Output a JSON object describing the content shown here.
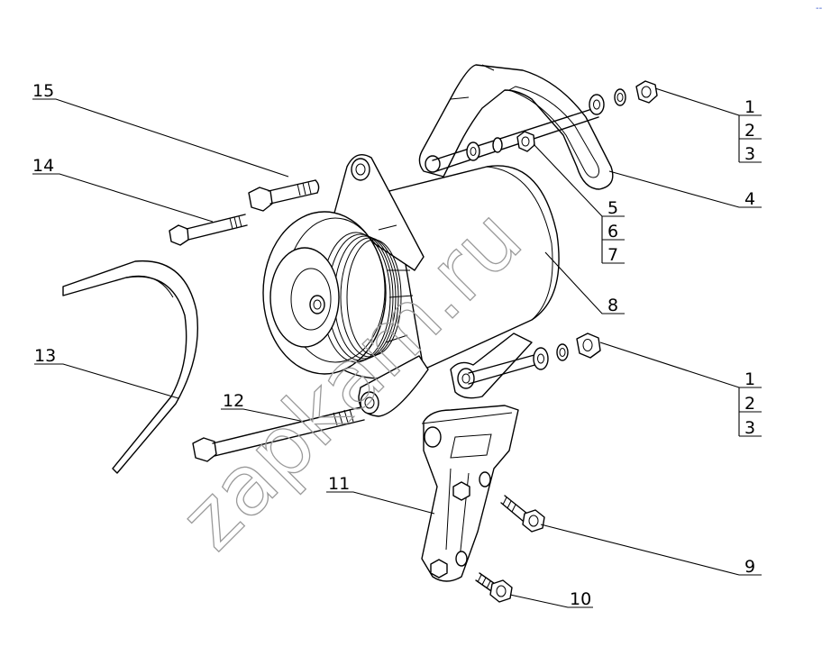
{
  "watermark": "zapkam.ru",
  "corner_mark": "--",
  "callouts": {
    "c1a": "1",
    "c2a": "2",
    "c3a": "3",
    "c1b": "1",
    "c2b": "2",
    "c3b": "3",
    "c4": "4",
    "c5": "5",
    "c6": "6",
    "c7": "7",
    "c8": "8",
    "c9": "9",
    "c10": "10",
    "c11": "11",
    "c12": "12",
    "c13": "13",
    "c14": "14",
    "c15": "15"
  }
}
